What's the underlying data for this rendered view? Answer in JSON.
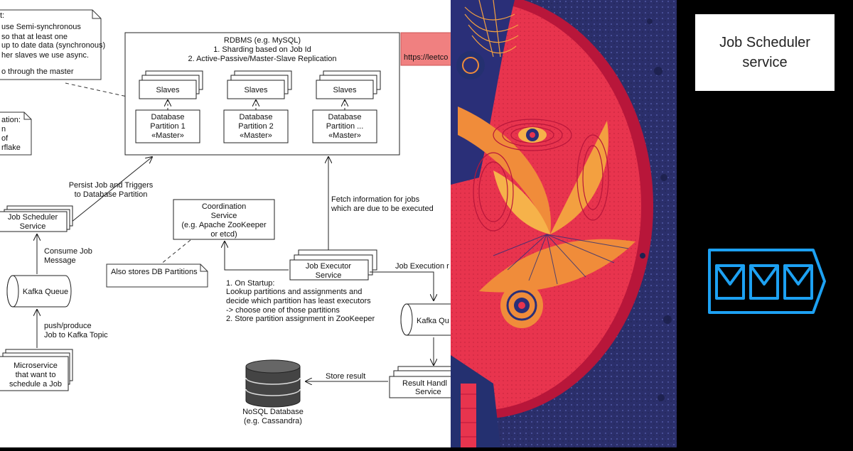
{
  "note_top": [
    "t:",
    "use Semi-synchronous",
    "so that at least one",
    "up to date data (synchronous)",
    "her slaves we use async.",
    "",
    "o through the master"
  ],
  "note_left": [
    "ation:",
    "n",
    "of",
    "rflake"
  ],
  "rdbms": {
    "lines": [
      "RDBMS (e.g. MySQL)",
      "1. Sharding based on Job Id",
      "2. Active-Passive/Master-Slave Replication"
    ],
    "url": "https://leetco",
    "slaves": [
      "Slaves",
      "Slaves",
      "Slaves"
    ],
    "partitions": [
      [
        "Database",
        "Partition 1",
        "«Master»"
      ],
      [
        "Database",
        "Partition 2",
        "«Master»"
      ],
      [
        "Database",
        "Partition ...",
        "«Master»"
      ]
    ]
  },
  "persist_label": [
    "Persist Job and Triggers",
    "to Database Partition"
  ],
  "fetch_label": [
    "Fetch information for jobs",
    "which are due to be executed"
  ],
  "job_scheduler": [
    "Job Scheduler",
    "Service"
  ],
  "consume_label": [
    "Consume Job",
    "Message"
  ],
  "kafka_queue": "Kafka Queue",
  "push_label": [
    "push/produce",
    "Job to Kafka Topic"
  ],
  "microservice": [
    "Microservice",
    "that want to",
    "schedule a Job"
  ],
  "coordination": [
    "Coordination",
    "Service",
    "(e.g. Apache ZooKeeper",
    "or etcd)"
  ],
  "also_stores": "Also stores DB Partitions",
  "job_executor": [
    "Job Executor",
    "Service"
  ],
  "job_execution_label": "Job Execution r",
  "startup_notes": [
    "1. On Startup:",
    "Lookup partitions and assignments and",
    "decide which partition has least executors",
    "-> choose one of those partitions",
    "2. Store partition assignment in ZooKeeper"
  ],
  "kafka_queue_2": "Kafka Qu",
  "result_handler": [
    "Result Handl",
    "Service"
  ],
  "store_result": "Store result",
  "nosql": [
    "NoSQL Database",
    "(e.g. Cassandra)"
  ],
  "title_card": "Job Scheduler\nservice",
  "logo_icon": "mail-queue-icon",
  "colors": {
    "logo": "#1da1f2",
    "note_fill": "#ffffff",
    "url_fill": "#f08080",
    "art_bg": "#2b2f6b",
    "art_red": "#e8344e",
    "art_orange": "#f08c3a"
  }
}
